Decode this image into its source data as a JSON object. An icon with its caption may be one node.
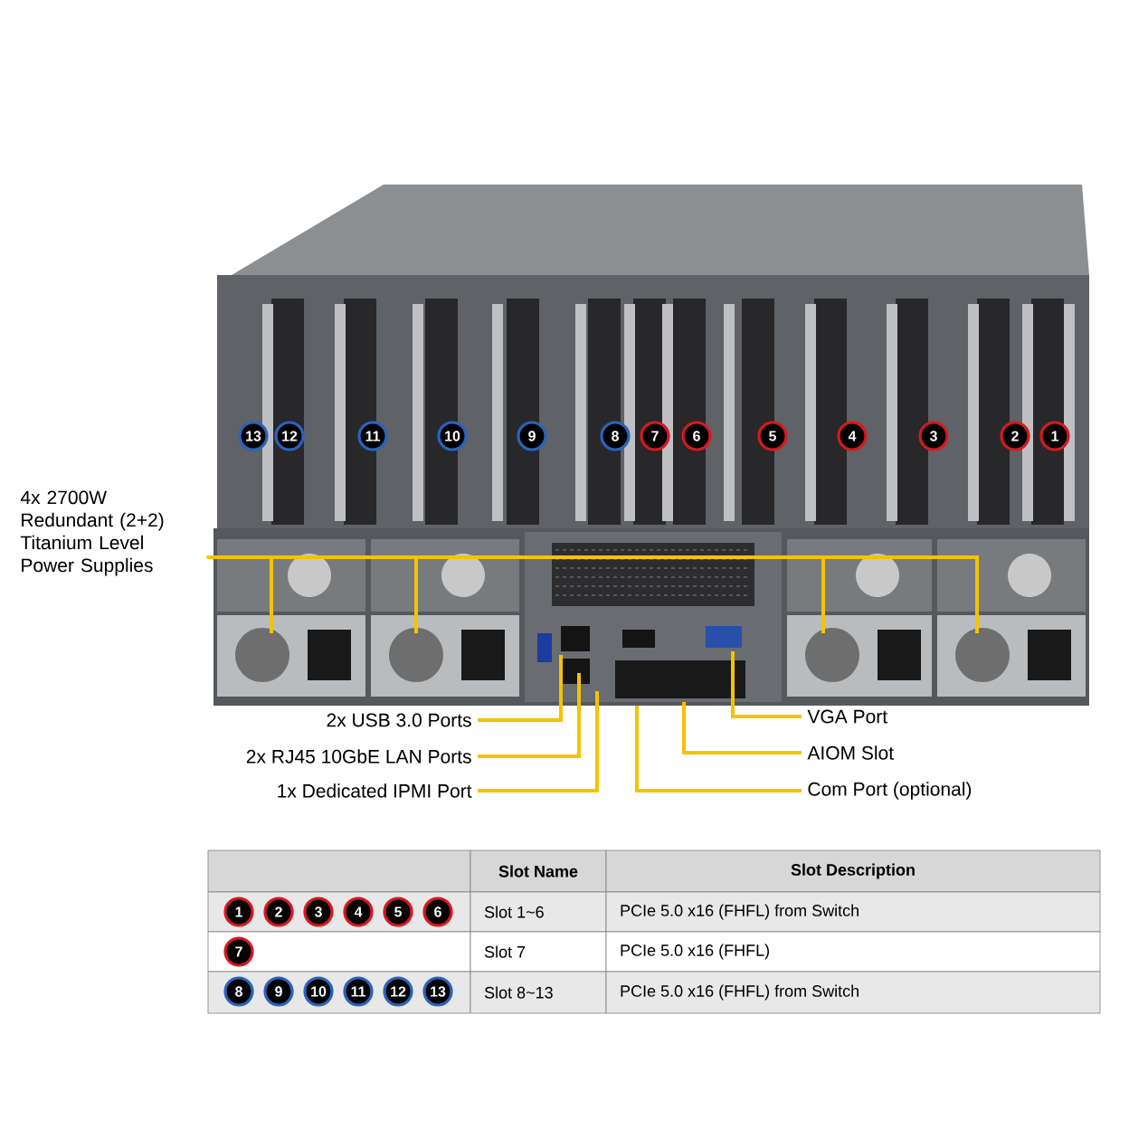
{
  "diagram": {
    "nodes": [
      {
        "text": [
          "4x 2700W Redundant (2+2) Titanium Level Power Supplies"
        ]
      },
      {
        "text": [
          "2x USB 3.0 Ports"
        ]
      },
      {
        "text": [
          "2x RJ45 10GbE LAN Ports"
        ]
      },
      {
        "text": [
          "1x Dedicated IPMI Port"
        ]
      },
      {
        "text": [
          "VGA Port"
        ]
      },
      {
        "text": [
          "AIOM Slot"
        ]
      },
      {
        "text": [
          "Com Port (optional)"
        ]
      }
    ],
    "edges": [
      {
        "from": 0,
        "to": null,
        "arrow": "none"
      },
      {
        "from": 0,
        "to": null,
        "arrow": "none"
      },
      {
        "from": 0,
        "to": null,
        "arrow": "none"
      },
      {
        "from": 0,
        "to": null,
        "arrow": "none"
      },
      {
        "from": 1,
        "to": null,
        "arrow": "none"
      },
      {
        "from": 2,
        "to": null,
        "arrow": "none"
      },
      {
        "from": 3,
        "to": null,
        "arrow": "none"
      },
      {
        "from": 4,
        "to": null,
        "arrow": "none"
      },
      {
        "from": 5,
        "to": null,
        "arrow": "none"
      },
      {
        "from": 6,
        "to": null,
        "arrow": "none"
      }
    ],
    "labels": [
      "13",
      "12",
      "11",
      "10",
      "9",
      "8",
      "7",
      "6",
      "5",
      "4",
      "3",
      "2",
      "1",
      "Slot Name",
      "Slot Description",
      "1",
      "2",
      "3",
      "4",
      "5",
      "6",
      "Slot 1~6",
      "PCIe 5.0 x16 (FHFL) from Switch",
      "7",
      "Slot 7",
      "PCIe 5.0 x16 (FHFL)",
      "8",
      "9",
      "10",
      "11",
      "12",
      "13",
      "Slot 8~13",
      "PCIe 5.0 x16 (FHFL) from Switch"
    ]
  }
}
